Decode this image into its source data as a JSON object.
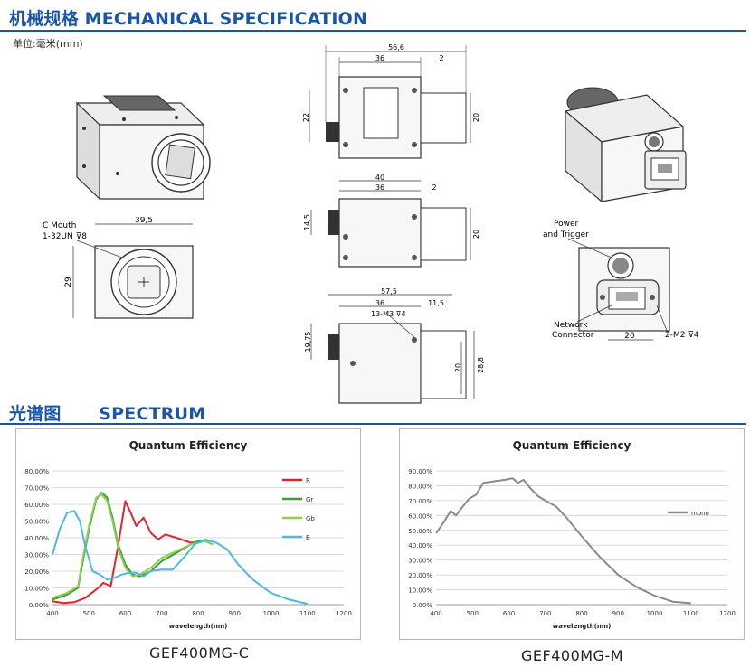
{
  "mechanical": {
    "title": "机械规格 MECHANICAL SPECIFICATION",
    "unit": "单位:毫米(mm)",
    "top_view": {
      "overall": "56,6",
      "inner": "36",
      "offset": "2",
      "height_left": "22",
      "height_right": "20"
    },
    "side_view": {
      "overall": "40",
      "inner": "36",
      "offset": "2",
      "height_left": "14,5",
      "height_right": "20"
    },
    "bottom_view": {
      "overall": "57,5",
      "inner": "36",
      "offset": "11,5",
      "thread": "13-M3 ⊽4",
      "height_left": "19,75",
      "height_right1": "20",
      "height_right2": "28,8"
    },
    "front_view": {
      "width": "39,5",
      "height": "29",
      "mount_label1": "C Mouth",
      "mount_label2": "1-32UN ⊽8"
    },
    "rear_view": {
      "power1": "Power",
      "power2": "and Trigger",
      "net1": "Network",
      "net2": "Connector",
      "width": "20",
      "screw": "2-M2 ⊽4"
    }
  },
  "spectrum": {
    "title_cn": "光谱图",
    "title_en": "SPECTRUM"
  },
  "chart_data": [
    {
      "type": "line",
      "title": "Quantum Efficiency",
      "xlabel": "wavelength(nm)",
      "ylabel": "",
      "xlim": [
        400,
        1200
      ],
      "ylim": [
        0,
        80
      ],
      "x_ticks": [
        "400",
        "500",
        "600",
        "700",
        "800",
        "900",
        "1000",
        "1100",
        "1200"
      ],
      "y_ticks": [
        "0.00%",
        "10.00%",
        "20.00%",
        "30.00%",
        "40.00%",
        "50.00%",
        "60.00%",
        "70.00%",
        "80.00%"
      ],
      "legend": "right",
      "model": "GEF400MG-C",
      "series": [
        {
          "name": "R",
          "color": "#e3232c",
          "x": [
            400,
            430,
            460,
            490,
            520,
            540,
            560,
            580,
            600,
            615,
            630,
            650,
            670,
            690,
            710,
            740,
            780,
            820,
            840
          ],
          "y": [
            2,
            1,
            1.5,
            4,
            9,
            13,
            11,
            35,
            62,
            55,
            47,
            52,
            43,
            39,
            42,
            40,
            37,
            38,
            36
          ]
        },
        {
          "name": "Gr",
          "color": "#3a9c3a",
          "x": [
            400,
            440,
            470,
            480,
            500,
            520,
            535,
            550,
            565,
            580,
            600,
            620,
            640,
            670,
            700,
            740,
            780,
            800,
            820,
            840
          ],
          "y": [
            3,
            6,
            10,
            22,
            45,
            63,
            67,
            64,
            52,
            36,
            24,
            18,
            17,
            20,
            26,
            31,
            36,
            38,
            38,
            36
          ]
        },
        {
          "name": "Gb",
          "color": "#8fd14f",
          "x": [
            400,
            440,
            470,
            480,
            500,
            520,
            535,
            550,
            565,
            580,
            600,
            620,
            640,
            670,
            700,
            740,
            780,
            800,
            820,
            840
          ],
          "y": [
            4,
            7,
            11,
            24,
            47,
            64,
            66,
            62,
            50,
            34,
            22,
            17,
            18,
            22,
            28,
            32,
            36,
            37,
            38,
            36
          ]
        },
        {
          "name": "B",
          "color": "#4fb7e0",
          "x": [
            400,
            420,
            440,
            460,
            475,
            490,
            510,
            530,
            550,
            570,
            590,
            610,
            630,
            650,
            670,
            700,
            730,
            760,
            790,
            820,
            850,
            880,
            910,
            950,
            1000,
            1050,
            1100
          ],
          "y": [
            30,
            45,
            55,
            56,
            50,
            35,
            20,
            18,
            15,
            16,
            18,
            19,
            19,
            17,
            20,
            21,
            21,
            28,
            36,
            39,
            37,
            33,
            24,
            15,
            7,
            3,
            0.5
          ]
        }
      ]
    },
    {
      "type": "line",
      "title": "Quantum Efficiency",
      "xlabel": "wavelength(nm)",
      "ylabel": "",
      "xlim": [
        400,
        1200
      ],
      "ylim": [
        0,
        90
      ],
      "x_ticks": [
        "400",
        "500",
        "600",
        "700",
        "800",
        "900",
        "1000",
        "1100",
        "1200"
      ],
      "y_ticks": [
        "0.00%",
        "10.00%",
        "20.00%",
        "30.00%",
        "40.00%",
        "50.00%",
        "60.00%",
        "70.00%",
        "80.00%",
        "90.00%"
      ],
      "legend": "right",
      "model": "GEF400MG-M",
      "series": [
        {
          "name": "mono",
          "color": "#8a8a8a",
          "x": [
            400,
            420,
            440,
            455,
            470,
            490,
            510,
            530,
            560,
            590,
            610,
            625,
            640,
            660,
            680,
            700,
            730,
            760,
            800,
            850,
            900,
            950,
            1000,
            1050,
            1100
          ],
          "y": [
            48,
            55,
            63,
            60,
            65,
            71,
            74,
            82,
            83,
            84,
            85,
            82,
            84,
            78,
            73,
            70,
            66,
            58,
            46,
            32,
            20,
            12,
            6,
            2,
            1
          ]
        }
      ]
    }
  ]
}
